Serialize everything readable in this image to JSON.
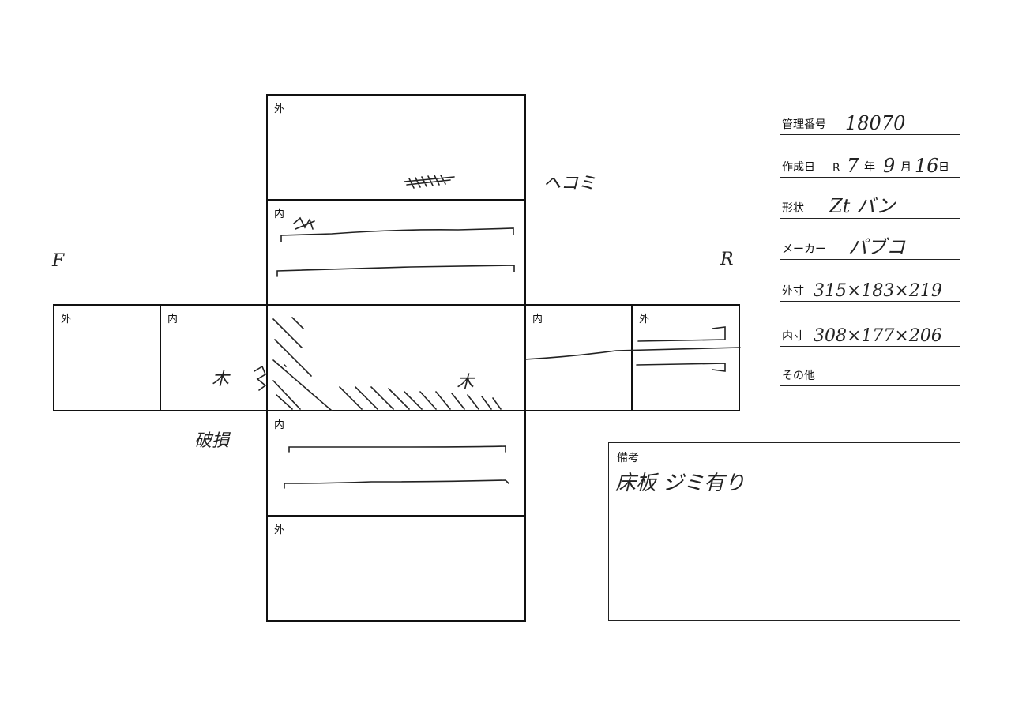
{
  "diagram": {
    "labels": {
      "top_outer": "外",
      "top_inner": "内",
      "left_outer": "外",
      "left_inner": "内",
      "right_inner": "内",
      "right_outer": "外",
      "bottom_inner": "内",
      "bottom_outer": "外"
    },
    "side_front": "F",
    "side_rear": "R",
    "note_dent": "ヘコミ",
    "note_wood_left": "木",
    "note_wood_right": "木",
    "note_damage": "破損"
  },
  "form": {
    "control_no_label": "管理番号",
    "control_no_value": "18070",
    "created_label": "作成日",
    "era": "R",
    "year": "7",
    "year_unit": "年",
    "month": "9",
    "month_unit": "月",
    "day": "16",
    "day_unit": "日",
    "shape_label": "形状",
    "shape_value": "Zt バン",
    "maker_label": "メーカー",
    "maker_value": "パブコ",
    "outer_dim_label": "外寸",
    "outer_dim_value": "315×183×219",
    "inner_dim_label": "内寸",
    "inner_dim_value": "308×177×206",
    "other_label": "その他",
    "other_value": ""
  },
  "remarks": {
    "label": "備考",
    "value": "床板 ジミ有り"
  }
}
